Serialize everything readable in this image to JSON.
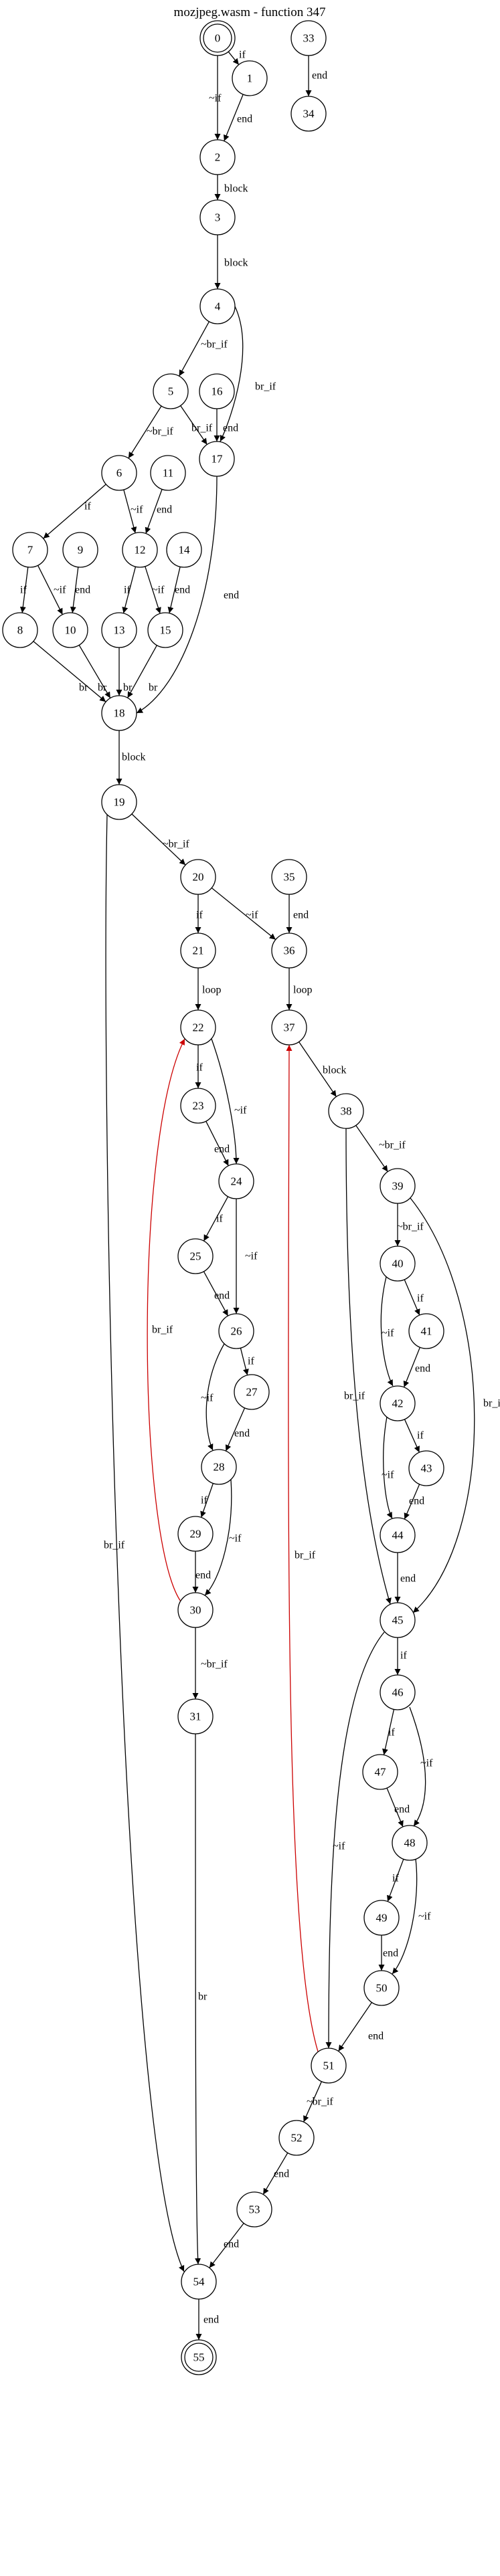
{
  "title": "mozjpeg.wasm - function 347",
  "colors": {
    "normal_edge": "#000000",
    "back_edge": "#cc0000"
  },
  "nodes": [
    {
      "id": "0",
      "label": "0",
      "shape": "doublecircle"
    },
    {
      "id": "1",
      "label": "1"
    },
    {
      "id": "2",
      "label": "2"
    },
    {
      "id": "3",
      "label": "3"
    },
    {
      "id": "4",
      "label": "4"
    },
    {
      "id": "5",
      "label": "5"
    },
    {
      "id": "6",
      "label": "6"
    },
    {
      "id": "7",
      "label": "7"
    },
    {
      "id": "8",
      "label": "8"
    },
    {
      "id": "9",
      "label": "9"
    },
    {
      "id": "10",
      "label": "10"
    },
    {
      "id": "11",
      "label": "11"
    },
    {
      "id": "12",
      "label": "12"
    },
    {
      "id": "13",
      "label": "13"
    },
    {
      "id": "14",
      "label": "14"
    },
    {
      "id": "15",
      "label": "15"
    },
    {
      "id": "16",
      "label": "16"
    },
    {
      "id": "17",
      "label": "17"
    },
    {
      "id": "18",
      "label": "18"
    },
    {
      "id": "19",
      "label": "19"
    },
    {
      "id": "20",
      "label": "20"
    },
    {
      "id": "21",
      "label": "21"
    },
    {
      "id": "22",
      "label": "22"
    },
    {
      "id": "23",
      "label": "23"
    },
    {
      "id": "24",
      "label": "24"
    },
    {
      "id": "25",
      "label": "25"
    },
    {
      "id": "26",
      "label": "26"
    },
    {
      "id": "27",
      "label": "27"
    },
    {
      "id": "28",
      "label": "28"
    },
    {
      "id": "29",
      "label": "29"
    },
    {
      "id": "30",
      "label": "30"
    },
    {
      "id": "31",
      "label": "31"
    },
    {
      "id": "33",
      "label": "33"
    },
    {
      "id": "34",
      "label": "34"
    },
    {
      "id": "35",
      "label": "35"
    },
    {
      "id": "36",
      "label": "36"
    },
    {
      "id": "37",
      "label": "37"
    },
    {
      "id": "38",
      "label": "38"
    },
    {
      "id": "39",
      "label": "39"
    },
    {
      "id": "40",
      "label": "40"
    },
    {
      "id": "41",
      "label": "41"
    },
    {
      "id": "42",
      "label": "42"
    },
    {
      "id": "43",
      "label": "43"
    },
    {
      "id": "44",
      "label": "44"
    },
    {
      "id": "45",
      "label": "45"
    },
    {
      "id": "46",
      "label": "46"
    },
    {
      "id": "47",
      "label": "47"
    },
    {
      "id": "48",
      "label": "48"
    },
    {
      "id": "49",
      "label": "49"
    },
    {
      "id": "50",
      "label": "50"
    },
    {
      "id": "51",
      "label": "51"
    },
    {
      "id": "52",
      "label": "52"
    },
    {
      "id": "53",
      "label": "53"
    },
    {
      "id": "54",
      "label": "54"
    },
    {
      "id": "55",
      "label": "55",
      "shape": "doublecircle"
    }
  ],
  "edges": [
    {
      "from": "0",
      "to": "1",
      "label": "if"
    },
    {
      "from": "0",
      "to": "2",
      "label": "~if"
    },
    {
      "from": "1",
      "to": "2",
      "label": "end"
    },
    {
      "from": "2",
      "to": "3",
      "label": "block"
    },
    {
      "from": "3",
      "to": "4",
      "label": "block"
    },
    {
      "from": "4",
      "to": "5",
      "label": "~br_if"
    },
    {
      "from": "4",
      "to": "17",
      "label": "br_if"
    },
    {
      "from": "5",
      "to": "6",
      "label": "~br_if"
    },
    {
      "from": "5",
      "to": "17",
      "label": "br_if"
    },
    {
      "from": "16",
      "to": "17",
      "label": "end"
    },
    {
      "from": "6",
      "to": "7",
      "label": "if"
    },
    {
      "from": "6",
      "to": "12",
      "label": "~if"
    },
    {
      "from": "11",
      "to": "12",
      "label": "end"
    },
    {
      "from": "7",
      "to": "8",
      "label": "if"
    },
    {
      "from": "7",
      "to": "10",
      "label": "~if"
    },
    {
      "from": "9",
      "to": "10",
      "label": "end"
    },
    {
      "from": "12",
      "to": "13",
      "label": "if"
    },
    {
      "from": "12",
      "to": "15",
      "label": "~if"
    },
    {
      "from": "14",
      "to": "15",
      "label": "end"
    },
    {
      "from": "8",
      "to": "18",
      "label": "br"
    },
    {
      "from": "10",
      "to": "18",
      "label": "br"
    },
    {
      "from": "13",
      "to": "18",
      "label": "br"
    },
    {
      "from": "15",
      "to": "18",
      "label": "br"
    },
    {
      "from": "17",
      "to": "18",
      "label": "end"
    },
    {
      "from": "18",
      "to": "19",
      "label": "block"
    },
    {
      "from": "19",
      "to": "20",
      "label": "~br_if"
    },
    {
      "from": "19",
      "to": "54",
      "label": "br_if"
    },
    {
      "from": "20",
      "to": "21",
      "label": "if"
    },
    {
      "from": "20",
      "to": "36",
      "label": "~if"
    },
    {
      "from": "35",
      "to": "36",
      "label": "end"
    },
    {
      "from": "21",
      "to": "22",
      "label": "loop"
    },
    {
      "from": "36",
      "to": "37",
      "label": "loop"
    },
    {
      "from": "22",
      "to": "23",
      "label": "if"
    },
    {
      "from": "22",
      "to": "24",
      "label": "~if"
    },
    {
      "from": "23",
      "to": "24",
      "label": "end"
    },
    {
      "from": "24",
      "to": "25",
      "label": "if"
    },
    {
      "from": "24",
      "to": "26",
      "label": "~if"
    },
    {
      "from": "25",
      "to": "26",
      "label": "end"
    },
    {
      "from": "26",
      "to": "27",
      "label": "if"
    },
    {
      "from": "26",
      "to": "28",
      "label": "~if"
    },
    {
      "from": "27",
      "to": "28",
      "label": "end"
    },
    {
      "from": "28",
      "to": "29",
      "label": "if"
    },
    {
      "from": "28",
      "to": "30",
      "label": "~if"
    },
    {
      "from": "29",
      "to": "30",
      "label": "end"
    },
    {
      "from": "30",
      "to": "22",
      "label": "br_if",
      "back": true
    },
    {
      "from": "30",
      "to": "31",
      "label": "~br_if"
    },
    {
      "from": "31",
      "to": "54",
      "label": "br"
    },
    {
      "from": "37",
      "to": "38",
      "label": "block"
    },
    {
      "from": "38",
      "to": "39",
      "label": "~br_if"
    },
    {
      "from": "38",
      "to": "45",
      "label": "br_if"
    },
    {
      "from": "39",
      "to": "40",
      "label": "~br_if"
    },
    {
      "from": "39",
      "to": "45",
      "label": "br_if"
    },
    {
      "from": "40",
      "to": "41",
      "label": "if"
    },
    {
      "from": "40",
      "to": "42",
      "label": "~if"
    },
    {
      "from": "41",
      "to": "42",
      "label": "end"
    },
    {
      "from": "42",
      "to": "43",
      "label": "if"
    },
    {
      "from": "42",
      "to": "44",
      "label": "~if"
    },
    {
      "from": "43",
      "to": "44",
      "label": "end"
    },
    {
      "from": "44",
      "to": "45",
      "label": "end"
    },
    {
      "from": "45",
      "to": "46",
      "label": "if"
    },
    {
      "from": "45",
      "to": "51",
      "label": "~if"
    },
    {
      "from": "46",
      "to": "47",
      "label": "if"
    },
    {
      "from": "46",
      "to": "48",
      "label": "~if"
    },
    {
      "from": "47",
      "to": "48",
      "label": "end"
    },
    {
      "from": "48",
      "to": "49",
      "label": "if"
    },
    {
      "from": "48",
      "to": "50",
      "label": "~if"
    },
    {
      "from": "49",
      "to": "50",
      "label": "end"
    },
    {
      "from": "50",
      "to": "51",
      "label": "end"
    },
    {
      "from": "51",
      "to": "37",
      "label": "br_if",
      "back": true
    },
    {
      "from": "51",
      "to": "52",
      "label": "~br_if"
    },
    {
      "from": "52",
      "to": "53",
      "label": "end"
    },
    {
      "from": "53",
      "to": "54",
      "label": "end"
    },
    {
      "from": "54",
      "to": "55",
      "label": "end"
    },
    {
      "from": "33",
      "to": "34",
      "label": "end"
    }
  ]
}
